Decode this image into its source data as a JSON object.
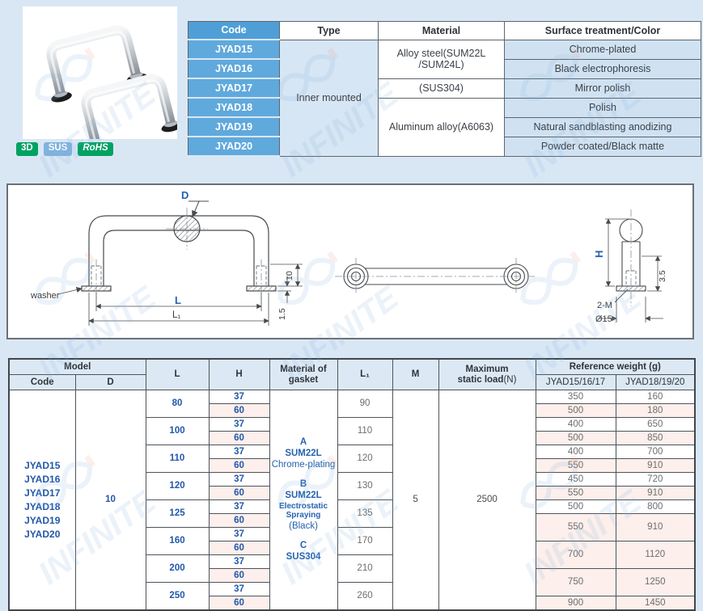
{
  "colors": {
    "page_bg": "#d9e7f5",
    "header_blue": "#4f9fd6",
    "code_cell_blue": "#60a9dc",
    "light_blue_cell": "#d0e2f2",
    "stripe_pink": "#fcefec",
    "accent_blue_text": "#2258a8",
    "badge_green": "#00a263",
    "badge_blue": "#7fb3dd"
  },
  "badges": [
    {
      "label": "3D"
    },
    {
      "label": "SUS"
    },
    {
      "label": "RoHS"
    }
  ],
  "top_table": {
    "headers": [
      "Code",
      "Type",
      "Material",
      "Surface treatment/Color"
    ],
    "codes": [
      "JYAD15",
      "JYAD16",
      "JYAD17",
      "JYAD18",
      "JYAD19",
      "JYAD20"
    ],
    "type_value": "Inner mounted",
    "materials": [
      "Alloy steel(SUM22L /SUM24L)",
      "(SUS304)",
      "Aluminum alloy(A6063)"
    ],
    "surfaces": [
      "Chrome-plated",
      "Black electrophoresis",
      "Mirror polish",
      "Polish",
      "Natural sandblasting anodizing",
      "Powder coated/Black matte"
    ]
  },
  "drawing": {
    "d": "D",
    "l": "L",
    "l1": "L₁",
    "washer": "washer",
    "dim_10": "10",
    "dim_1_5": "1.5",
    "h": "H",
    "dim_3_5": "3.5",
    "thread": "2-M",
    "dia": "Ø15"
  },
  "spec_table": {
    "header": {
      "model": "Model",
      "code": "Code",
      "d": "D",
      "l": "L",
      "h": "H",
      "gasket": "Material of gasket",
      "l1": "L₁",
      "m": "M",
      "max1": "Maximum",
      "max2_bold": "static load",
      "max2_norm": "(N)",
      "ref_weight": "Reference weight (g)",
      "w1": "JYAD15/16/17",
      "w2": "JYAD18/19/20"
    },
    "codes": [
      "JYAD15",
      "JYAD16",
      "JYAD17",
      "JYAD18",
      "JYAD19",
      "JYAD20"
    ],
    "d_value": "10",
    "m_value": "5",
    "max_load_value": "2500",
    "gasket": {
      "a": "A",
      "a_mat": "SUM22L",
      "a_fin": "Chrome-plating",
      "b": "B",
      "b_mat": "SUM22L",
      "b_fin1": "Electrostatic Spraying",
      "b_fin2": "(Black)",
      "c": "C",
      "c_mat": "SUS304"
    },
    "rows": [
      {
        "L": "80",
        "H": "37",
        "L1": "90",
        "w1": "350",
        "w2": "160"
      },
      {
        "H": "60",
        "w1": "500",
        "w2": "180"
      },
      {
        "L": "100",
        "H": "37",
        "L1": "110",
        "w1": "400",
        "w2": "650"
      },
      {
        "H": "60",
        "w1": "500",
        "w2": "850"
      },
      {
        "L": "110",
        "H": "37",
        "L1": "120",
        "w1": "400",
        "w2": "700"
      },
      {
        "H": "60",
        "w1": "550",
        "w2": "910"
      },
      {
        "L": "120",
        "H": "37",
        "L1": "130",
        "w1": "450",
        "w2": "720"
      },
      {
        "H": "60",
        "w1": "550",
        "w2": "910"
      },
      {
        "L": "125",
        "H": "37",
        "L1": "135",
        "w1": "500",
        "w2": "800"
      },
      {
        "H": "60",
        "w1": "550",
        "w2": "910"
      },
      {
        "L": "160",
        "H": "37",
        "L1": "170"
      },
      {
        "H": "60",
        "w1": "700",
        "w2": "1120"
      },
      {
        "L": "200",
        "H": "37",
        "L1": "210"
      },
      {
        "H": "60",
        "w1": "750",
        "w2": "1250"
      },
      {
        "L": "250",
        "H": "37",
        "L1": "260"
      },
      {
        "H": "60",
        "w1": "900",
        "w2": "1450"
      }
    ]
  }
}
